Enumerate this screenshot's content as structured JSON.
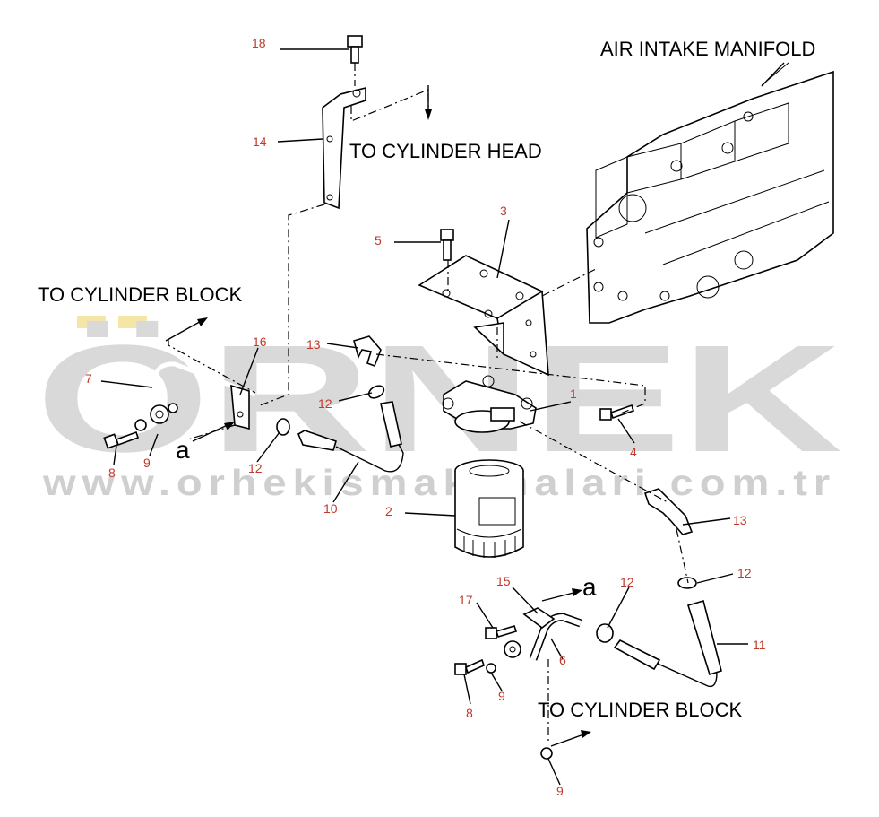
{
  "watermark": {
    "word": "ÖRNEK",
    "url": "www.orhekismakimalari.com.tr"
  },
  "labels": {
    "air_intake_manifold": "AIR INTAKE MANIFOLD",
    "to_cylinder_head": "TO CYLINDER HEAD",
    "to_cylinder_block_top": "TO CYLINDER BLOCK",
    "to_cylinder_block_bottom": "TO CYLINDER BLOCK",
    "a_left": "a",
    "a_right": "a"
  },
  "callouts": {
    "n1": "1",
    "n2": "2",
    "n3": "3",
    "n4": "4",
    "n5": "5",
    "n6": "6",
    "n7": "7",
    "n8a": "8",
    "n8b": "8",
    "n9a": "9",
    "n9b": "9",
    "n9c": "9",
    "n10": "10",
    "n11": "11",
    "n12a": "12",
    "n12b": "12",
    "n12c": "12",
    "n12d": "12",
    "n13a": "13",
    "n13b": "13",
    "n14": "14",
    "n15": "15",
    "n16": "16",
    "n17": "17",
    "n18": "18"
  },
  "colors": {
    "callout": "#c0392b",
    "watermark": "#d9d9d9",
    "accent_bars": "#f5e6a8"
  }
}
